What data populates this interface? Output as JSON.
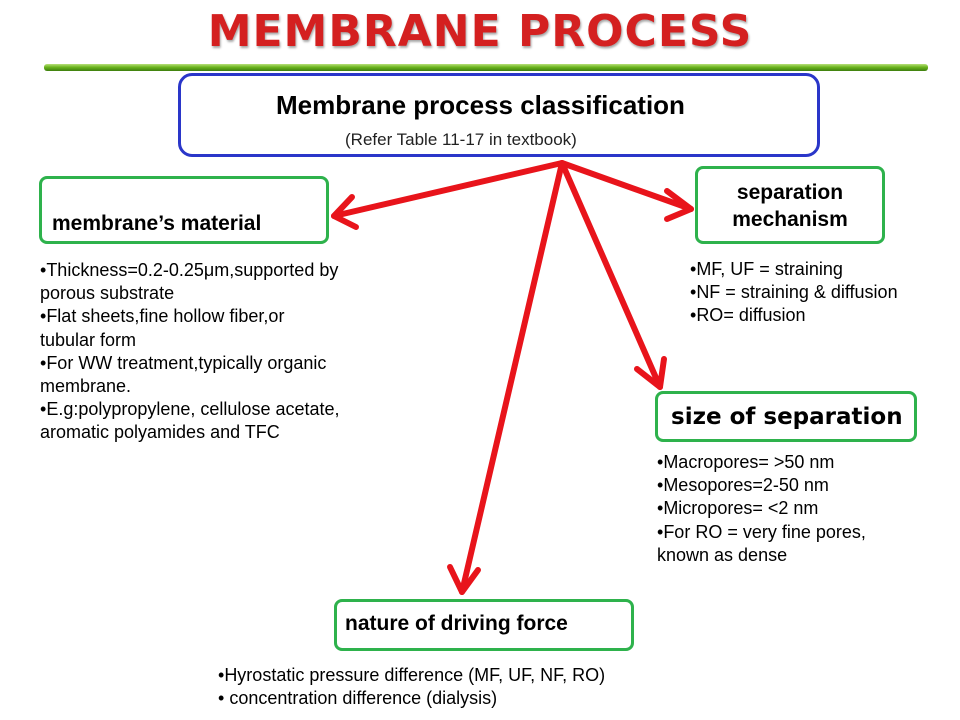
{
  "slide": {
    "title": "MEMBRANE PROCESS"
  },
  "root": {
    "title": "Membrane process classification",
    "subtitle": "(Refer Table 11-17 in textbook)"
  },
  "nodes": {
    "material": "membrane’s material",
    "mechanism_line1": "separation",
    "mechanism_line2": "mechanism",
    "size": "size of separation",
    "force": "nature of driving force"
  },
  "bullets": {
    "material": [
      "Thickness=0.2-0.25μm,supported by porous substrate",
      "Flat sheets,fine hollow fiber,or tubular form",
      "For WW treatment,typically organic membrane.",
      "E.g:polypropylene, cellulose acetate, aromatic polyamides and TFC"
    ],
    "mechanism": [
      "MF, UF = straining",
      "NF = straining & diffusion",
      "RO= diffusion"
    ],
    "size": [
      "Macropores= >50 nm",
      "Mesopores=2-50 nm",
      "Micropores= <2 nm",
      "For RO = very fine pores, known as dense"
    ],
    "force": [
      "Hyrostatic pressure difference (MF, UF, NF, RO)",
      " concentration difference (dialysis)"
    ]
  },
  "colors": {
    "title": "#d42020",
    "root_border": "#2a36c9",
    "node_border": "#2eb24c",
    "arrow": "#e8141b",
    "rule": "#6cb51f"
  }
}
